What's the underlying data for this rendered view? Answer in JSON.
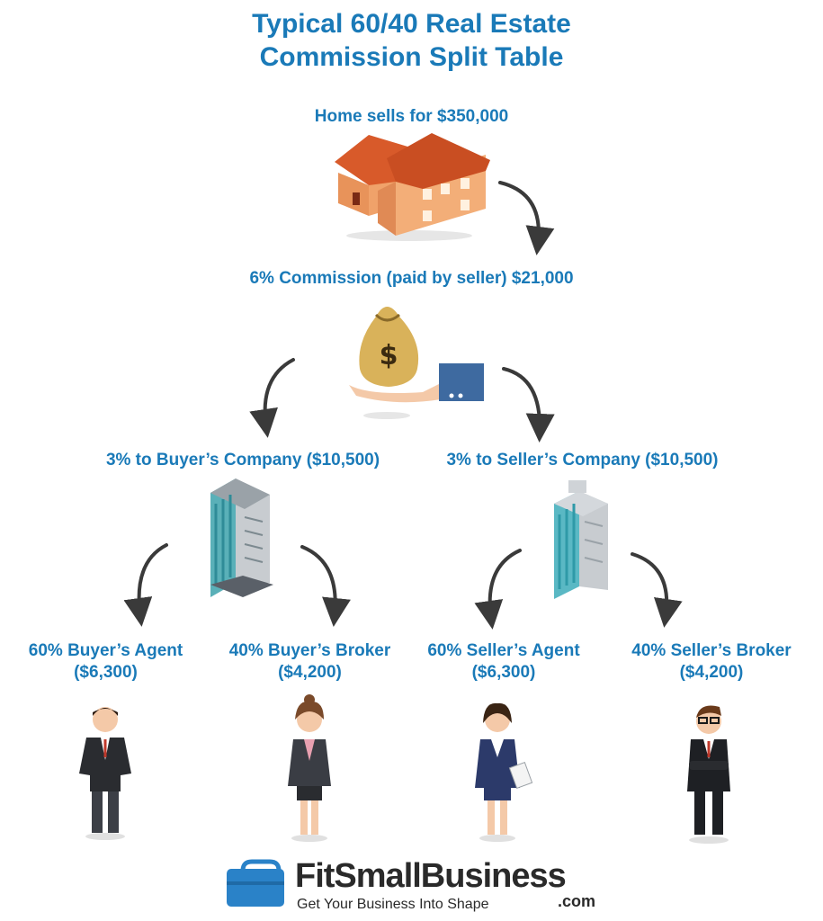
{
  "title": {
    "line1": "Typical 60/40 Real Estate",
    "line2": "Commission Split Table"
  },
  "steps": {
    "home": "Home sells for $350,000",
    "commission": "6% Commission (paid by seller) $21,000",
    "buyers_company": "3% to Buyer’s Company ($10,500)",
    "sellers_company": "3% to Seller’s Company ($10,500)"
  },
  "people": [
    {
      "role": "60% Buyer’s Agent",
      "amount": "($6,300)"
    },
    {
      "role": "40% Buyer’s Broker",
      "amount": "($4,200)"
    },
    {
      "role": "60% Seller’s Agent",
      "amount": "($6,300)"
    },
    {
      "role": "40% Seller’s Broker",
      "amount": "($4,200)"
    }
  ],
  "brand": {
    "name": "FitSmallBusiness",
    "tagline": "Get Your Business Into Shape",
    "suffix": ".com"
  },
  "icons": [
    "house-icon",
    "money-bag-icon",
    "hand-icon",
    "office-building-icon",
    "person-icon",
    "briefcase-logo-icon",
    "curved-arrow-icon"
  ],
  "colors": {
    "text": "#1a7ab8",
    "roof": "#d85a2a",
    "wall": "#f0a26a",
    "bag": "#d9b25a",
    "suit": "#3a3f4a",
    "logo": "#2a82c8"
  }
}
